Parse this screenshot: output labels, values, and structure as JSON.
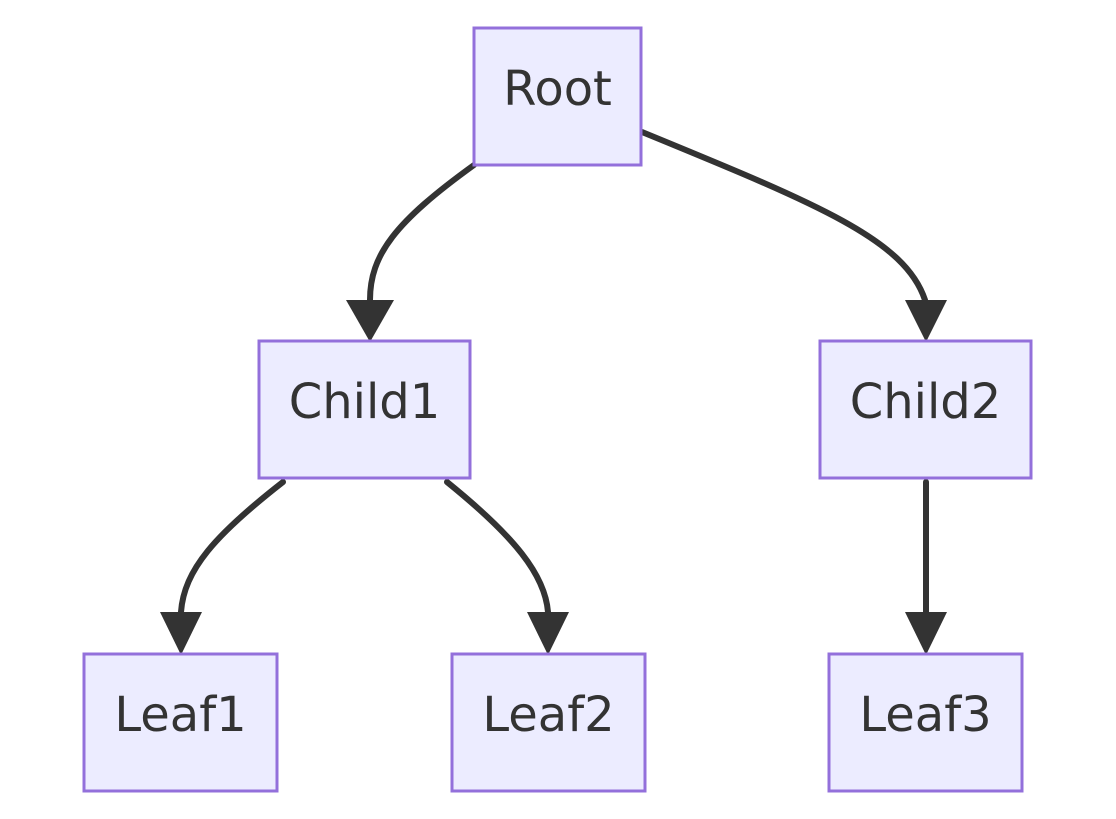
{
  "diagram": {
    "type": "tree",
    "colors": {
      "node_fill": "#ECECFF",
      "node_border": "#9370DB",
      "edge": "#333333",
      "text": "#333333"
    },
    "nodes": {
      "root": {
        "label": "Root"
      },
      "child1": {
        "label": "Child1"
      },
      "child2": {
        "label": "Child2"
      },
      "leaf1": {
        "label": "Leaf1"
      },
      "leaf2": {
        "label": "Leaf2"
      },
      "leaf3": {
        "label": "Leaf3"
      }
    },
    "edges": [
      {
        "from": "root",
        "to": "child1"
      },
      {
        "from": "root",
        "to": "child2"
      },
      {
        "from": "child1",
        "to": "leaf1"
      },
      {
        "from": "child1",
        "to": "leaf2"
      },
      {
        "from": "child2",
        "to": "leaf3"
      }
    ]
  }
}
